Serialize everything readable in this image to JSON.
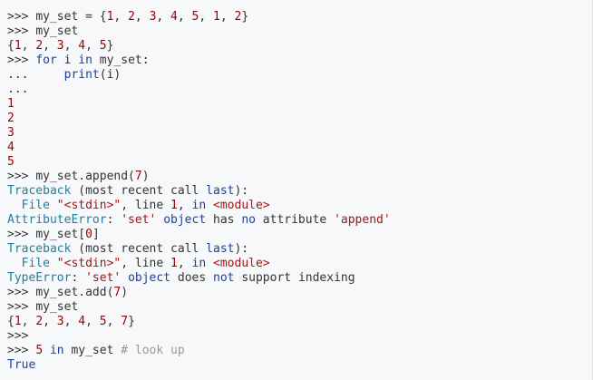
{
  "colors": {
    "background": "#f6f8fa",
    "text": "#333333",
    "prompt": "#333333",
    "number": "#990000",
    "string": "#a31515",
    "keyword": "#1f3f9f",
    "builtin": "#1f3f9f",
    "traceback": "#1f7f9f",
    "comment": "#999999"
  },
  "lines": [
    [
      {
        "t": ">>> ",
        "c": "prompt"
      },
      {
        "t": "my_set = {",
        "c": "text"
      },
      {
        "t": "1",
        "c": "number"
      },
      {
        "t": ", ",
        "c": "text"
      },
      {
        "t": "2",
        "c": "number"
      },
      {
        "t": ", ",
        "c": "text"
      },
      {
        "t": "3",
        "c": "number"
      },
      {
        "t": ", ",
        "c": "text"
      },
      {
        "t": "4",
        "c": "number"
      },
      {
        "t": ", ",
        "c": "text"
      },
      {
        "t": "5",
        "c": "number"
      },
      {
        "t": ", ",
        "c": "text"
      },
      {
        "t": "1",
        "c": "number"
      },
      {
        "t": ", ",
        "c": "text"
      },
      {
        "t": "2",
        "c": "number"
      },
      {
        "t": "}",
        "c": "text"
      }
    ],
    [
      {
        "t": ">>> ",
        "c": "prompt"
      },
      {
        "t": "my_set",
        "c": "text"
      }
    ],
    [
      {
        "t": "{",
        "c": "text"
      },
      {
        "t": "1",
        "c": "number"
      },
      {
        "t": ", ",
        "c": "text"
      },
      {
        "t": "2",
        "c": "number"
      },
      {
        "t": ", ",
        "c": "text"
      },
      {
        "t": "3",
        "c": "number"
      },
      {
        "t": ", ",
        "c": "text"
      },
      {
        "t": "4",
        "c": "number"
      },
      {
        "t": ", ",
        "c": "text"
      },
      {
        "t": "5",
        "c": "number"
      },
      {
        "t": "}",
        "c": "text"
      }
    ],
    [
      {
        "t": ">>> ",
        "c": "prompt"
      },
      {
        "t": "for",
        "c": "keyword"
      },
      {
        "t": " i ",
        "c": "text"
      },
      {
        "t": "in",
        "c": "keyword"
      },
      {
        "t": " my_set:",
        "c": "text"
      }
    ],
    [
      {
        "t": "...     ",
        "c": "prompt"
      },
      {
        "t": "print",
        "c": "builtin"
      },
      {
        "t": "(i)",
        "c": "text"
      }
    ],
    [
      {
        "t": "...",
        "c": "prompt"
      }
    ],
    [
      {
        "t": "1",
        "c": "number"
      }
    ],
    [
      {
        "t": "2",
        "c": "number"
      }
    ],
    [
      {
        "t": "3",
        "c": "number"
      }
    ],
    [
      {
        "t": "4",
        "c": "number"
      }
    ],
    [
      {
        "t": "5",
        "c": "number"
      }
    ],
    [
      {
        "t": ">>> ",
        "c": "prompt"
      },
      {
        "t": "my_set.append(",
        "c": "text"
      },
      {
        "t": "7",
        "c": "number"
      },
      {
        "t": ")",
        "c": "text"
      }
    ],
    [
      {
        "t": "Traceback",
        "c": "traceback"
      },
      {
        "t": " (most recent call ",
        "c": "text"
      },
      {
        "t": "last",
        "c": "keyword"
      },
      {
        "t": "):",
        "c": "text"
      }
    ],
    [
      {
        "t": "  File ",
        "c": "traceback"
      },
      {
        "t": "\"<stdin>\"",
        "c": "string"
      },
      {
        "t": ", line ",
        "c": "text"
      },
      {
        "t": "1",
        "c": "number"
      },
      {
        "t": ", ",
        "c": "text"
      },
      {
        "t": "in",
        "c": "keyword"
      },
      {
        "t": " ",
        "c": "text"
      },
      {
        "t": "<module>",
        "c": "string"
      }
    ],
    [
      {
        "t": "AttributeError",
        "c": "traceback"
      },
      {
        "t": ": ",
        "c": "text"
      },
      {
        "t": "'set'",
        "c": "string"
      },
      {
        "t": " ",
        "c": "text"
      },
      {
        "t": "object",
        "c": "keyword"
      },
      {
        "t": " has ",
        "c": "text"
      },
      {
        "t": "no",
        "c": "keyword"
      },
      {
        "t": " attribute ",
        "c": "text"
      },
      {
        "t": "'append'",
        "c": "string"
      }
    ],
    [
      {
        "t": ">>> ",
        "c": "prompt"
      },
      {
        "t": "my_set[",
        "c": "text"
      },
      {
        "t": "0",
        "c": "number"
      },
      {
        "t": "]",
        "c": "text"
      }
    ],
    [
      {
        "t": "Traceback",
        "c": "traceback"
      },
      {
        "t": " (most recent call ",
        "c": "text"
      },
      {
        "t": "last",
        "c": "keyword"
      },
      {
        "t": "):",
        "c": "text"
      }
    ],
    [
      {
        "t": "  File ",
        "c": "traceback"
      },
      {
        "t": "\"<stdin>\"",
        "c": "string"
      },
      {
        "t": ", line ",
        "c": "text"
      },
      {
        "t": "1",
        "c": "number"
      },
      {
        "t": ", ",
        "c": "text"
      },
      {
        "t": "in",
        "c": "keyword"
      },
      {
        "t": " ",
        "c": "text"
      },
      {
        "t": "<module>",
        "c": "string"
      }
    ],
    [
      {
        "t": "TypeError",
        "c": "traceback"
      },
      {
        "t": ": ",
        "c": "text"
      },
      {
        "t": "'set'",
        "c": "string"
      },
      {
        "t": " ",
        "c": "text"
      },
      {
        "t": "object",
        "c": "keyword"
      },
      {
        "t": " does ",
        "c": "text"
      },
      {
        "t": "not",
        "c": "keyword"
      },
      {
        "t": " support indexing",
        "c": "text"
      }
    ],
    [
      {
        "t": ">>> ",
        "c": "prompt"
      },
      {
        "t": "my_set.add(",
        "c": "text"
      },
      {
        "t": "7",
        "c": "number"
      },
      {
        "t": ")",
        "c": "text"
      }
    ],
    [
      {
        "t": ">>> ",
        "c": "prompt"
      },
      {
        "t": "my_set",
        "c": "text"
      }
    ],
    [
      {
        "t": "{",
        "c": "text"
      },
      {
        "t": "1",
        "c": "number"
      },
      {
        "t": ", ",
        "c": "text"
      },
      {
        "t": "2",
        "c": "number"
      },
      {
        "t": ", ",
        "c": "text"
      },
      {
        "t": "3",
        "c": "number"
      },
      {
        "t": ", ",
        "c": "text"
      },
      {
        "t": "4",
        "c": "number"
      },
      {
        "t": ", ",
        "c": "text"
      },
      {
        "t": "5",
        "c": "number"
      },
      {
        "t": ", ",
        "c": "text"
      },
      {
        "t": "7",
        "c": "number"
      },
      {
        "t": "}",
        "c": "text"
      }
    ],
    [
      {
        "t": ">>>",
        "c": "prompt"
      }
    ],
    [
      {
        "t": ">>> ",
        "c": "prompt"
      },
      {
        "t": "5",
        "c": "number"
      },
      {
        "t": " ",
        "c": "text"
      },
      {
        "t": "in",
        "c": "keyword"
      },
      {
        "t": " my_set ",
        "c": "text"
      },
      {
        "t": "# look up",
        "c": "comment"
      }
    ],
    [
      {
        "t": "True",
        "c": "keyword"
      }
    ]
  ]
}
